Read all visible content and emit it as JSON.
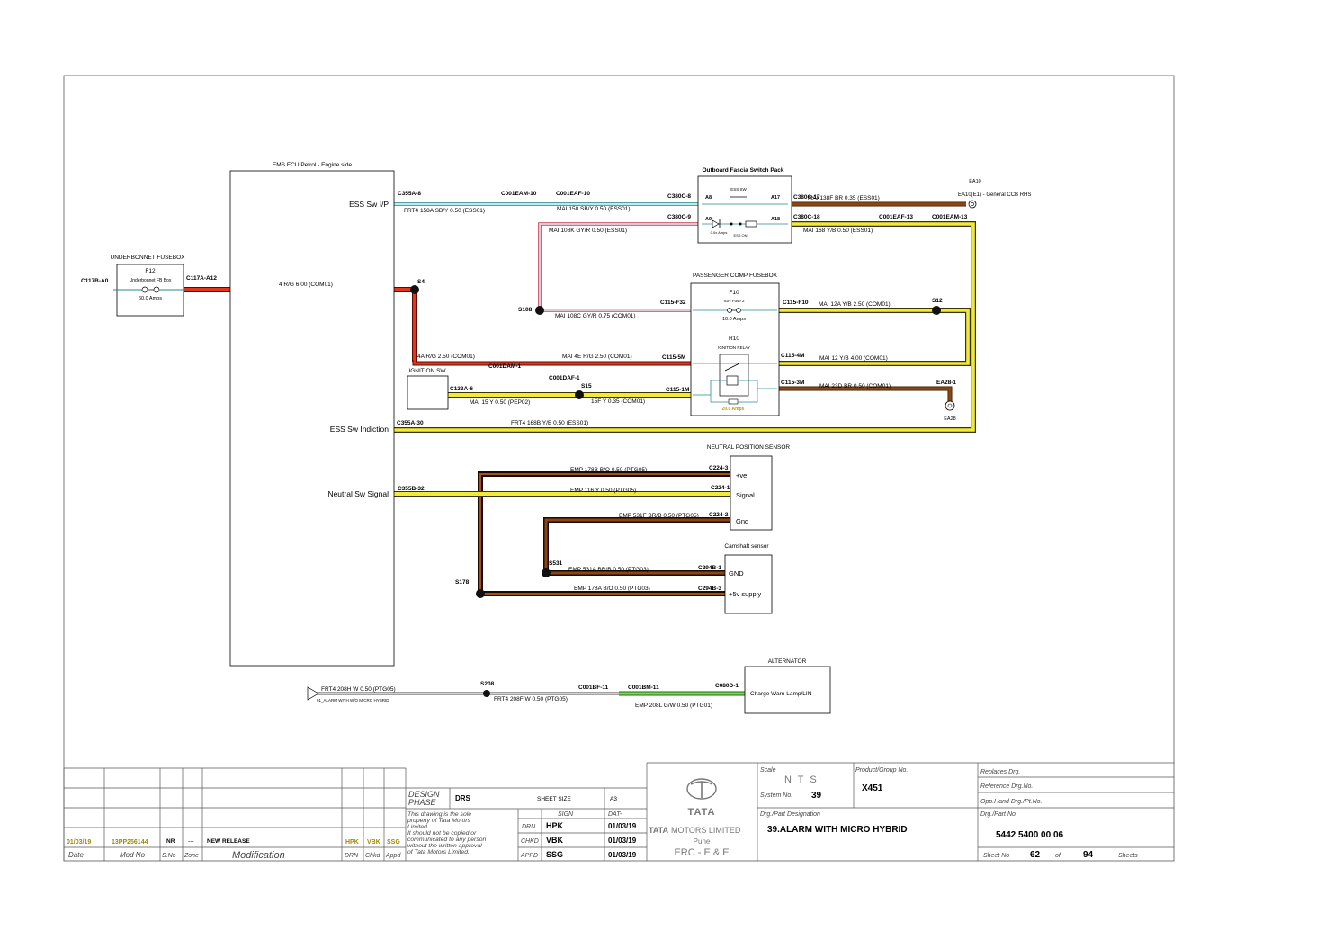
{
  "ecu": {
    "title": "EMS ECU Petrol - Engine side",
    "pins": [
      "ESS Sw I/P",
      "ESS Sw Indiction",
      "Neutral Sw Signal"
    ]
  },
  "underbonnet": {
    "title": "UNDERBONNET FUSEBOX",
    "fuse": "F12",
    "fuse_sub": "Underbonnet FB Box",
    "rating": "60.0 Amps"
  },
  "switch_pack": {
    "title": "Outboard Fascia Switch Pack",
    "pins": [
      "A8",
      "A17",
      "A9",
      "A18"
    ],
    "sub1": "ESS SW",
    "sub2": "ESS ON",
    "sub3": "0.0x Amps"
  },
  "passenger_fusebox": {
    "title": "PASSENGER COMP FUSEBOX",
    "fuse": "F10",
    "fuse_sub": "IGN Fuse 2",
    "fuse_rating": "10.0 Amps",
    "relay": "R10",
    "relay_sub": "IGNITION RELAY",
    "relay_rating": "20.0 Amps"
  },
  "ignition_sw": {
    "title": "IGNITION SW"
  },
  "neutral_sensor": {
    "title": "NEUTRAL POSITION SENSOR",
    "pins": [
      "+ve",
      "Signal",
      "Gnd"
    ]
  },
  "camshaft": {
    "title": "Camshaft sensor",
    "pins": [
      "GND",
      "+5v supply"
    ]
  },
  "alternator": {
    "title": "ALTERNATOR",
    "pin": "Charge Warn Lamp/LIN"
  },
  "ground": {
    "ea10": "EA10",
    "ea10_label": "EA10(E1) - General CCB RHS",
    "ea28": "EA28"
  },
  "connectors": {
    "c117b_a0": "C117B-A0",
    "c117a_a12": "C117A-A12",
    "s4": "S4",
    "c355a_8": "C355A-8",
    "c001eam_10": "C001EAM-10",
    "c001eaf_10": "C001EAF-10",
    "c380c_8": "C380C-8",
    "c380c_17": "C380C-17",
    "c380c_9": "C380C-9",
    "c380c_18": "C380C-18",
    "c001eaf_13": "C001EAF-13",
    "c001eam_13": "C001EAM-13",
    "s108": "S108",
    "c115_f32": "C115-F32",
    "c115_f10": "C115-F10",
    "s12": "S12",
    "c001dam_1": "C001DAM-1",
    "c115_5m": "C115-5M",
    "c115_4m": "C115-4M",
    "c133a_6": "C133A-6",
    "c001daf_1": "C001DAF-1",
    "s15": "S15",
    "c115_1m": "C115-1M",
    "c115_3m": "C115-3M",
    "ea28_1": "EA28-1",
    "c355a_30": "C355A-30",
    "c224_3": "C224-3",
    "c355b_32": "C355B-32",
    "c224_1": "C224-1",
    "c224_2": "C224-2",
    "s531": "S531",
    "c294b_1": "C294B-1",
    "s178": "S178",
    "c294b_3": "C294B-3",
    "s208": "S208",
    "c001bf_11": "C001BF-11",
    "c001bm_11": "C001BM-11",
    "c080d_1": "C080D-1"
  },
  "wires": {
    "w_ub": "4   R/G   6.00   (COM01)",
    "w_158a": "FRT4     158A   SB/Y   0.50   (ESS01)",
    "w_158": "MAI      158   SB/Y   0.50   (ESS01)",
    "w_138f": "MAI      138F   BR   0.35   (ESS01)",
    "w_108k": "MAI   108K   GY/R   0.50   (ESS01)",
    "w_168": "MAI      168   Y/B   0.50   (ESS01)",
    "w_108c": "MAI           108C   GY/R   0.75   (COM01)",
    "w_12a": "MAI           12A  Y/B  2.50  (COM01)",
    "w_4a": "4A   R/G   2.50   (COM01)",
    "w_4e": "MAI          4E   R/G   2.50   (COM01)",
    "w_12": "MAI                    12  Y/B  4.00  (COM01)",
    "w_15": "MAI        15   Y   0.50   (PEP02)",
    "w_15f": "15F   Y   0.35   (COM01)",
    "w_23d": "MAI          23D   BR   0.50   (COM01)",
    "w_168b": "FRT4     168B   Y/B   0.50   (ESS01)",
    "w_178b": "EMP      178B   B/O   0.50   (PTG05)",
    "w_116": "EMP        116   Y   0.50   (PTG05)",
    "w_531f": "EMP   531F   BR/B   0.50   (PTG05)",
    "w_531a": "EMP       531A   BR/B   0.50   (PTG03)",
    "w_178a": "EMP         178A   B/O   0.50   (PTG03)",
    "w_208h": "FRT4    208H    W   0.50   (PTG05)",
    "w_208f": "FRT4    208F    W   0.50   (PTG05)",
    "w_208l": "EMP       208L   G/W   0.50   (PTG01)"
  },
  "offsheet": "91_ALARM WITH W/O MICRO HYBRID",
  "title_block": {
    "rev_date": "01/03/19",
    "rev_mod": "13PP256144",
    "rev_sno": "NR",
    "rev_zone": "---",
    "rev_desc": "NEW RELEASE",
    "rev_drn": "HPK",
    "rev_chkd": "VBK",
    "rev_appd": "SSG",
    "h_date": "Date",
    "h_mod": "Mod No",
    "h_sno": "S.No",
    "h_zone": "Zone",
    "h_modification": "Modification",
    "h_drn": "DRN",
    "h_chkd": "Chkd",
    "h_appd": "Appd",
    "design_phase_1": "DESIGN",
    "design_phase_2": "PHASE",
    "phase": "DRS",
    "sheet_size_label": "SHEET SIZE",
    "sheet_size": "A3",
    "sign": "SIGN",
    "dat": "DAT-",
    "notice": [
      "This drawing is the sole",
      "property of Tata Motors",
      "Limited.",
      "It should not be copied or",
      "communicated to any person",
      "without the written approval",
      "of Tata Motors Limited."
    ],
    "drn": "DRN",
    "chkd": "CHKD",
    "appd": "APPD",
    "drn_name": "HPK",
    "chkd_name": "VBK",
    "appd_name": "SSG",
    "drn_date": "01/03/19",
    "chkd_date": "01/03/19",
    "appd_date": "01/03/19",
    "company_logo": "TATA",
    "company": "MOTORS LIMITED",
    "city": "Pune",
    "dept": "ERC - E & E",
    "scale_label": "Scale",
    "scale": "N T S",
    "product_label": "Product/Group No.",
    "product": "X451",
    "system_label": "System No:",
    "system": "39",
    "designation_label": "Drg./Part Designation",
    "designation": "39.ALARM WITH MICRO HYBRID",
    "replaces_label": "Replaces Drg.",
    "reference_label": "Reference Drg.No.",
    "opp_label": "Opp.Hand Drg./Pt.No.",
    "part_label": "Drg./Part No.",
    "part_no": "5442 5400 00 06",
    "sheet_no_label": "Sheet No",
    "sheet_no": "62",
    "of": "of",
    "total_sheets": "94",
    "sheets": "Sheets"
  }
}
